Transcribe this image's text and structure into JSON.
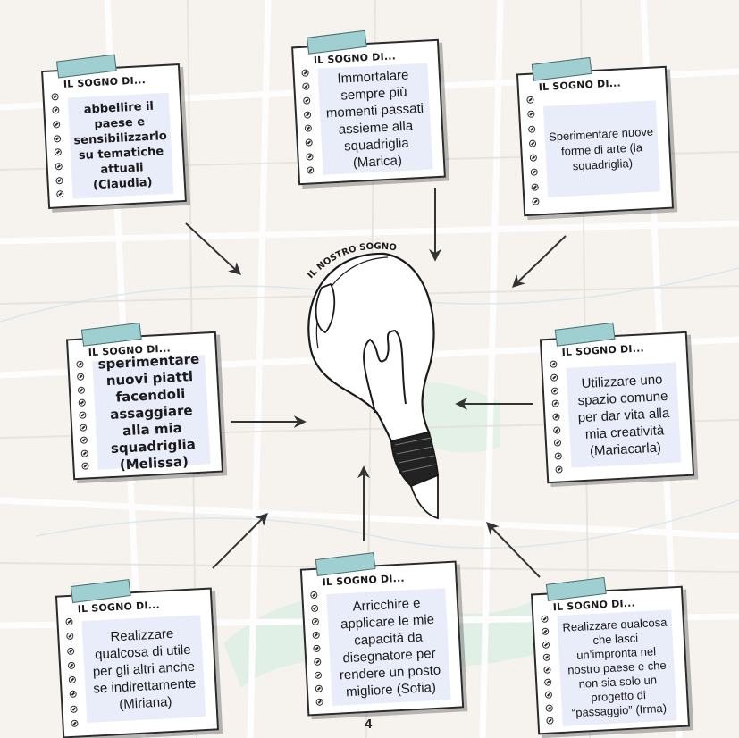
{
  "colors": {
    "background": "#f6f3ee",
    "note_fill": "#ffffff",
    "text_highlight": "#e9ecf9",
    "tape": "#9fcfd1",
    "map_road": "#ffffff",
    "map_park": "#dcefe4"
  },
  "bulb": {
    "label": "IL NOSTRO SOGNO"
  },
  "notes": [
    {
      "heading": "IL SOGNO DI...",
      "text": "abbellire il paese e sensibilizzarlo su tematiche attuali (Claudia)"
    },
    {
      "heading": "IL SOGNO DI...",
      "text": "Immortalare sempre più momenti passati assieme alla squadriglia (Marica)"
    },
    {
      "heading": "IL SOGNO DI...",
      "text": "Sperimentare nuove forme di arte (la squadriglia)"
    },
    {
      "heading": "IL SOGNO DI...",
      "text": "sperimentare nuovi piatti facendoli assaggiare alla mia squadriglia (Melissa)"
    },
    {
      "heading": "IL SOGNO DI...",
      "text": "Utilizzare uno spazio comune per dar vita alla mia creatività (Mariacarla)"
    },
    {
      "heading": "IL SOGNO DI...",
      "text": "Realizzare qualcosa di utile per gli altri anche se indirettamente (Miriana)"
    },
    {
      "heading": "IL SOGNO DI...",
      "text": "Arricchire e applicare le mie capacità da disegnatore per rendere un posto migliore (Sofia)"
    },
    {
      "heading": "IL SOGNO DI...",
      "text": "Realizzare qualcosa che lasci un’impronta nel nostro paese e che non sia solo un progetto di “passaggio” (Irma)"
    }
  ],
  "page_number": "4"
}
